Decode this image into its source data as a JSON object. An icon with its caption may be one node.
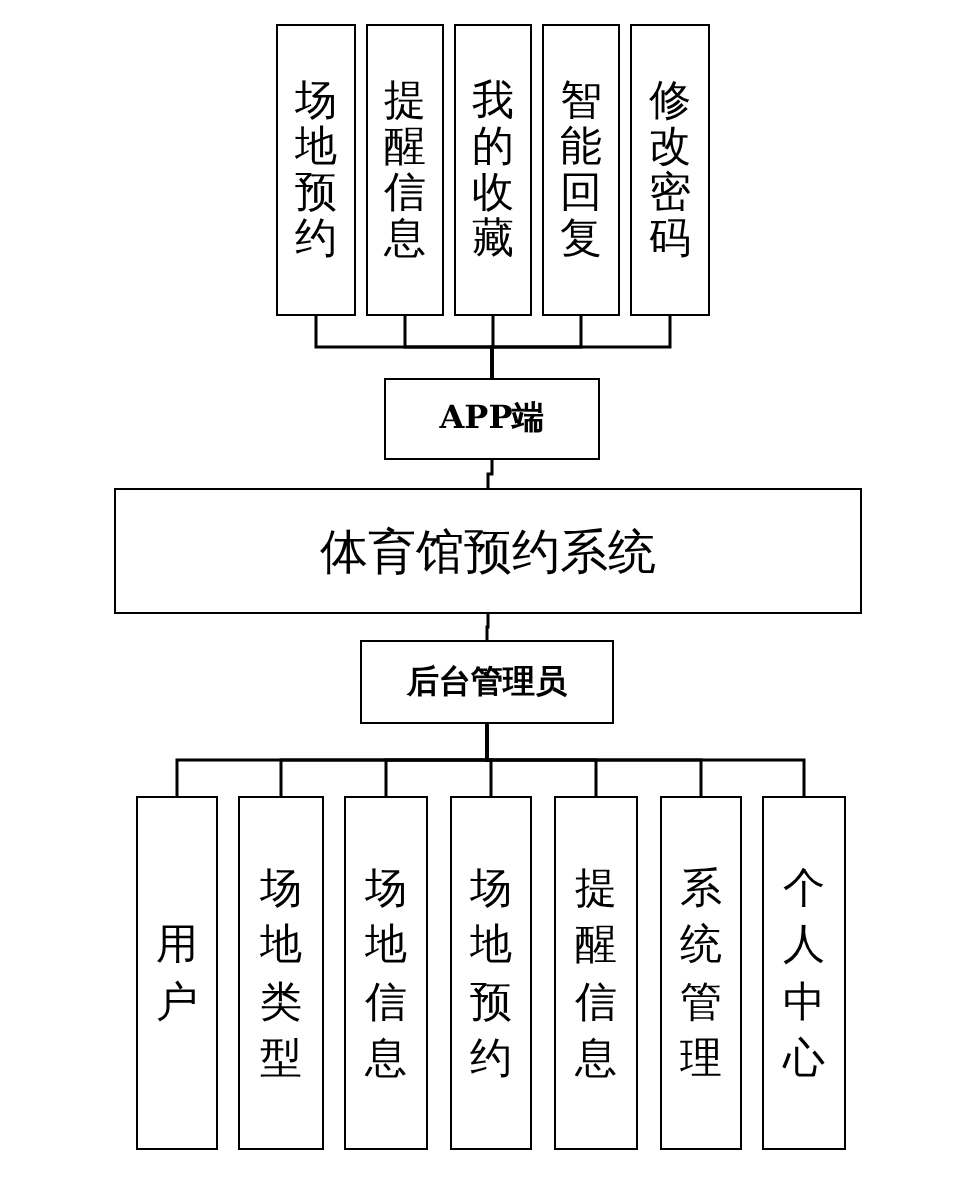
{
  "diagram": {
    "nodes": [
      {
        "text": [
          "场地预约"
        ]
      },
      {
        "text": [
          "提醒信息"
        ]
      },
      {
        "text": [
          "我的收藏"
        ]
      },
      {
        "text": [
          "智能回复"
        ]
      },
      {
        "text": [
          "修改密码"
        ]
      },
      {
        "text": [
          "APP端"
        ]
      },
      {
        "text": [
          "体育馆预约系统"
        ]
      },
      {
        "text": [
          "后台管理员"
        ]
      },
      {
        "text": [
          "用户"
        ]
      },
      {
        "text": [
          "场地类型"
        ]
      },
      {
        "text": [
          "场地信息"
        ]
      },
      {
        "text": [
          "场地预约"
        ]
      },
      {
        "text": [
          "提醒信息"
        ]
      },
      {
        "text": [
          "系统管理"
        ]
      },
      {
        "text": [
          "个人中心"
        ]
      }
    ],
    "edges": [
      {
        "from": 5,
        "to": 0,
        "arrow": "none"
      },
      {
        "from": 5,
        "to": 1,
        "arrow": "none"
      },
      {
        "from": 5,
        "to": 2,
        "arrow": "none"
      },
      {
        "from": 5,
        "to": 3,
        "arrow": "none"
      },
      {
        "from": 5,
        "to": 4,
        "arrow": "none"
      },
      {
        "from": 6,
        "to": 5,
        "arrow": "none"
      },
      {
        "from": 6,
        "to": 7,
        "arrow": "none"
      },
      {
        "from": 7,
        "to": 8,
        "arrow": "none"
      },
      {
        "from": 7,
        "to": 9,
        "arrow": "none"
      },
      {
        "from": 7,
        "to": 10,
        "arrow": "none"
      },
      {
        "from": 7,
        "to": 11,
        "arrow": "none"
      },
      {
        "from": 7,
        "to": 12,
        "arrow": "none"
      },
      {
        "from": 7,
        "to": 13,
        "arrow": "none"
      },
      {
        "from": 7,
        "to": 14,
        "arrow": "none"
      }
    ]
  }
}
